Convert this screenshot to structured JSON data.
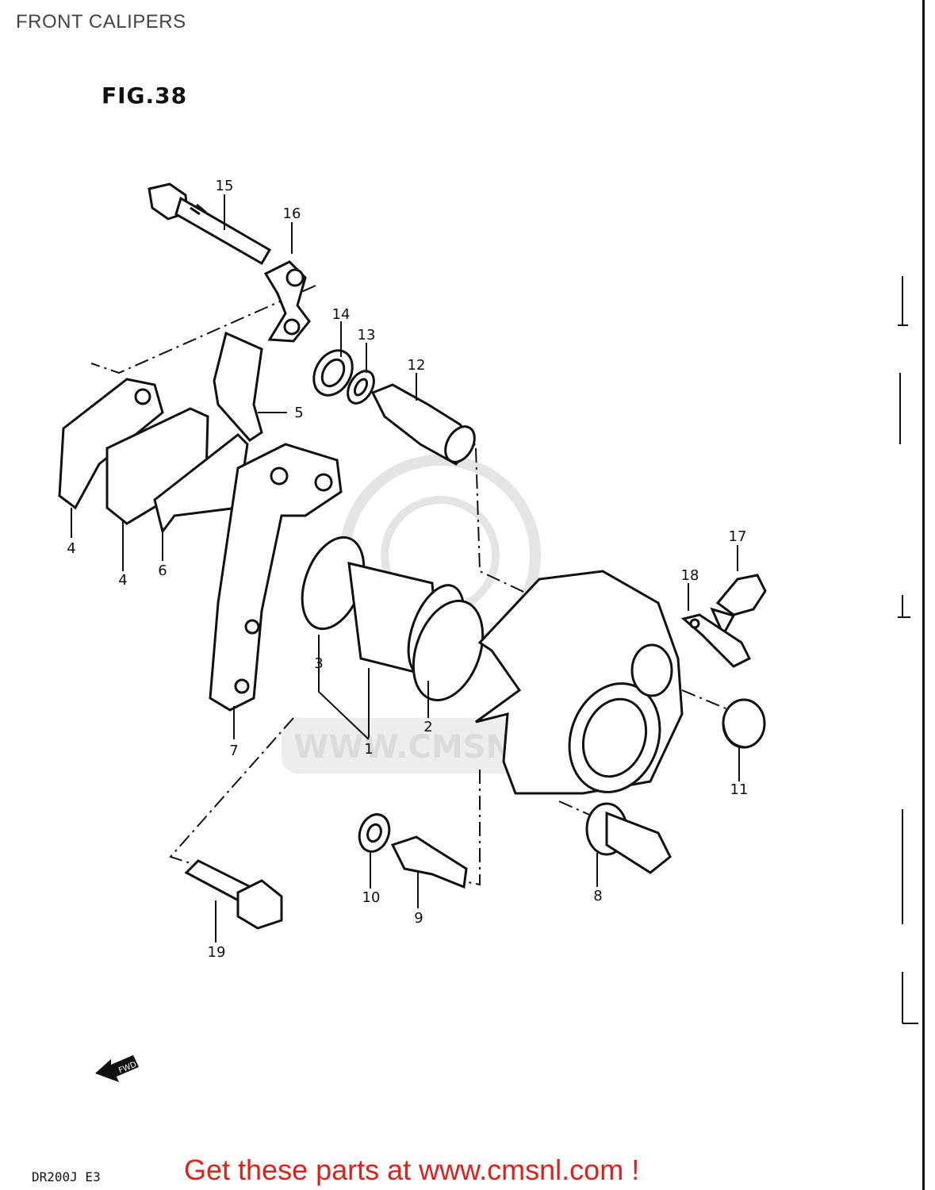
{
  "header": {
    "title": "FRONT CALIPERS"
  },
  "figure": {
    "label": "FIG.38",
    "model_code": "DR200J  E3"
  },
  "watermark": {
    "text": "WWW.CMSNL.COM"
  },
  "fwd_arrow": {
    "label": "FWD"
  },
  "cta": {
    "text": "Get these parts at www.cmsnl.com !",
    "color": "#e0201b"
  },
  "callouts": [
    {
      "number": "15"
    },
    {
      "number": "16"
    },
    {
      "number": "14"
    },
    {
      "number": "13"
    },
    {
      "number": "12"
    },
    {
      "number": "5"
    },
    {
      "number": "4"
    },
    {
      "number": "4"
    },
    {
      "number": "6"
    },
    {
      "number": "3"
    },
    {
      "number": "1"
    },
    {
      "number": "2"
    },
    {
      "number": "7"
    },
    {
      "number": "17"
    },
    {
      "number": "18"
    },
    {
      "number": "11"
    },
    {
      "number": "10"
    },
    {
      "number": "9"
    },
    {
      "number": "8"
    },
    {
      "number": "19"
    }
  ]
}
